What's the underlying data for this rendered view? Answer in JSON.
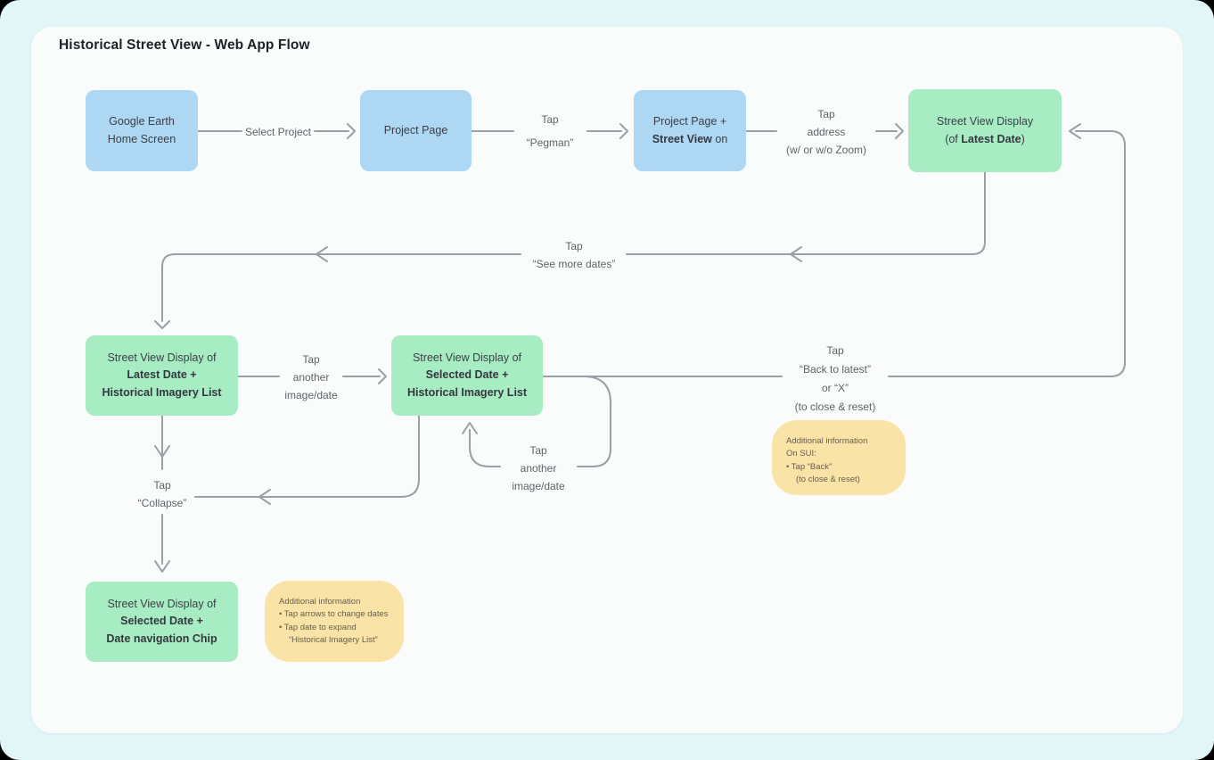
{
  "title": "Historical Street View - Web App Flow",
  "colors": {
    "backdrop": "#e2f6f7",
    "canvas": "#fafbfb",
    "blue_node": "#aed7f4",
    "green_node": "#a7ecc3",
    "note_yellow": "#fae3a6",
    "connector_gray": "#9aa0a6"
  },
  "nodes": {
    "google_earth_home": {
      "line1": "Google Earth",
      "line2": "Home Screen"
    },
    "project_page": {
      "line1": "Project Page"
    },
    "project_page_street_view": {
      "line1": "Project Page +",
      "line2_bold": "Street View",
      "line2_suffix": " on"
    },
    "street_view_latest": {
      "line1": "Street View Display",
      "line2_prefix": "(of ",
      "line2_bold": "Latest Date",
      "line2_suffix": ")"
    },
    "latest_plus_history": {
      "line1": "Street View Display of",
      "line2": "Latest Date +",
      "line3": "Historical Imagery List"
    },
    "selected_plus_history": {
      "line1": "Street View Display of",
      "line2": "Selected Date +",
      "line3": "Historical Imagery List"
    },
    "selected_plus_chip": {
      "line1": "Street View Display of",
      "line2": "Selected Date +",
      "line3": "Date navigation Chip"
    }
  },
  "edge_labels": {
    "select_project": {
      "l1": "Select Project"
    },
    "tap_pegman": {
      "l1": "Tap",
      "l2": "“Pegman”"
    },
    "tap_address": {
      "l1": "Tap",
      "l2": "address",
      "l3": "(w/ or w/o Zoom)"
    },
    "tap_see_more_dates": {
      "l1": "Tap",
      "l2": "“See more dates”"
    },
    "tap_another_image_1": {
      "l1": "Tap",
      "l2": "another",
      "l3": "image/date"
    },
    "tap_back_to_latest": {
      "l1": "Tap",
      "l2": "“Back to latest”",
      "l3": "or “X”",
      "l4": "(to close & reset)"
    },
    "tap_another_image_2": {
      "l1": "Tap",
      "l2": "another",
      "l3": "image/date"
    },
    "tap_collapse": {
      "l1": "Tap",
      "l2": "“Collapse”"
    }
  },
  "notes": {
    "sui": {
      "l1": "Additional information",
      "l2": "On SUI:",
      "l3": "•  Tap “Back”",
      "l4": "(to close & reset)"
    },
    "date_chip": {
      "l1": "Additional information",
      "l2": "•  Tap arrows to change dates",
      "l3": "•  Tap date to expand",
      "l4": "“Historical Imagery List”"
    }
  }
}
